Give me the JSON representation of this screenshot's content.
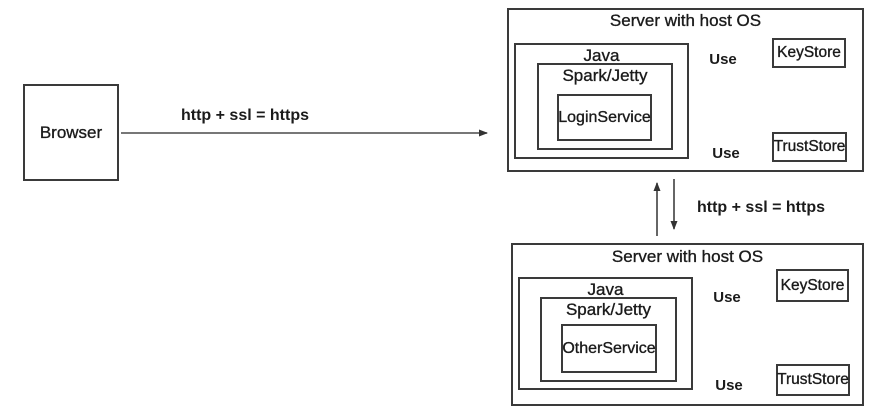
{
  "browser": {
    "label": "Browser"
  },
  "links": {
    "browser_to_server": {
      "label": "http + ssl = https"
    },
    "server_to_server": {
      "label": "http + ssl = https"
    }
  },
  "servers": [
    {
      "title": "Server with host OS",
      "runtime_label": "Java",
      "container_label": "Spark/Jetty",
      "service_label": "LoginService",
      "keystore_label": "KeyStore",
      "truststore_label": "TrustStore",
      "use_keystore_label": "Use",
      "use_truststore_label": "Use"
    },
    {
      "title": "Server with host OS",
      "runtime_label": "Java",
      "container_label": "Spark/Jetty",
      "service_label": "OtherService",
      "keystore_label": "KeyStore",
      "truststore_label": "TrustStore",
      "use_keystore_label": "Use",
      "use_truststore_label": "Use"
    }
  ]
}
